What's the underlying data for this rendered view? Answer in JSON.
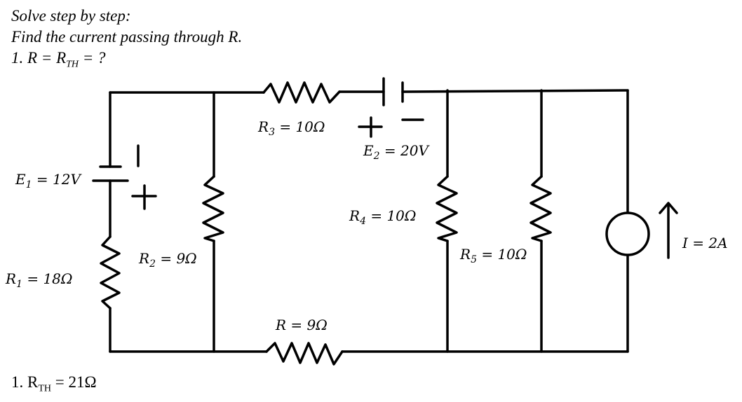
{
  "problem": {
    "line1": "Solve step by step:",
    "line2": "Find the current passing through R.",
    "line3": "1. R = R",
    "line3_sub": "TH",
    "line3_end": " = ?"
  },
  "answer": {
    "prefix": "1. R",
    "sub": "TH",
    "eq": " =  21Ω"
  },
  "components": {
    "E1": {
      "sym": "E",
      "sub": "1",
      "val": " = 12V"
    },
    "E2": {
      "sym": "E",
      "sub": "2",
      "val": " = 20V"
    },
    "R1": {
      "sym": "R",
      "sub": "1",
      "val": " = 18Ω"
    },
    "R2": {
      "sym": "R",
      "sub": "2",
      "val": " = 9Ω"
    },
    "R3": {
      "sym": "R",
      "sub": "3",
      "val": " = 10Ω"
    },
    "R4": {
      "sym": "R",
      "sub": "4",
      "val": " = 10Ω"
    },
    "R5": {
      "sym": "R",
      "sub": "5",
      "val": " = 10Ω"
    },
    "R": {
      "sym": "R",
      "val": " = 9Ω"
    },
    "I": {
      "sym": "I",
      "val": " = 2A"
    }
  },
  "polarity": {
    "e1_top": "|",
    "e1_bottom": "+",
    "e2_left": "+",
    "e2_right": "—"
  }
}
